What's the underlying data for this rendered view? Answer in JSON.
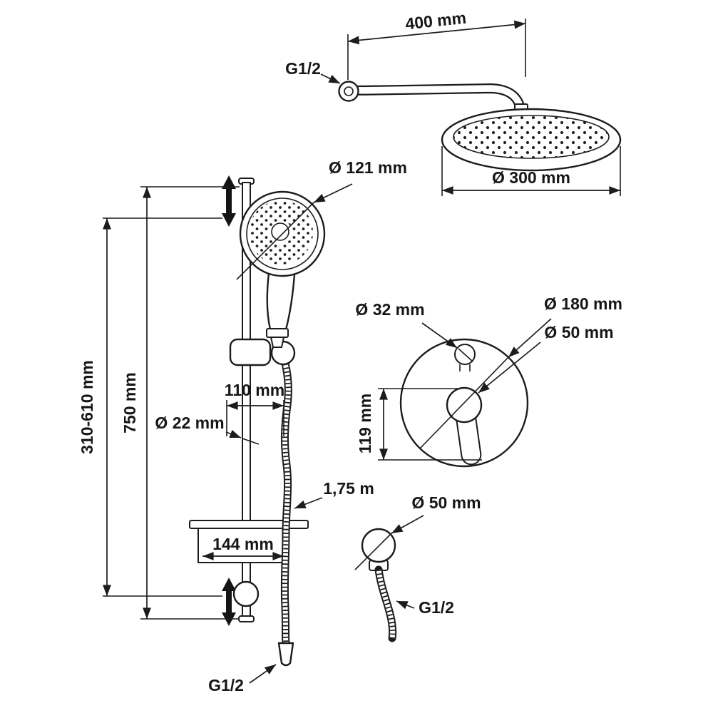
{
  "page": {
    "background": "#ffffff",
    "line_color": "#1c1c1c"
  },
  "diagram": {
    "type": "technical-drawing",
    "subject": "shower-system-dimension-drawing",
    "overhead_shower": {
      "arm_length": "400 mm",
      "wall_connector": "G1/2",
      "head_diameter": "Ø 300 mm"
    },
    "hand_shower": {
      "head_diameter": "Ø 121 mm",
      "holder_adjust_range": "310-610 mm",
      "bar_height": "750 mm",
      "holder_offset": "110 mm",
      "bar_diameter": "Ø 22 mm",
      "hose_length": "1,75 m",
      "shelf_width": "144 mm",
      "hose_connector": "G1/2"
    },
    "mixer": {
      "knob_diameter": "Ø 32 mm",
      "plate_diameter": "Ø 180 mm",
      "handle_diameter": "Ø 50 mm",
      "handle_height": "119 mm"
    },
    "wall_outlet": {
      "diameter": "Ø 50 mm",
      "connector": "G1/2"
    }
  }
}
